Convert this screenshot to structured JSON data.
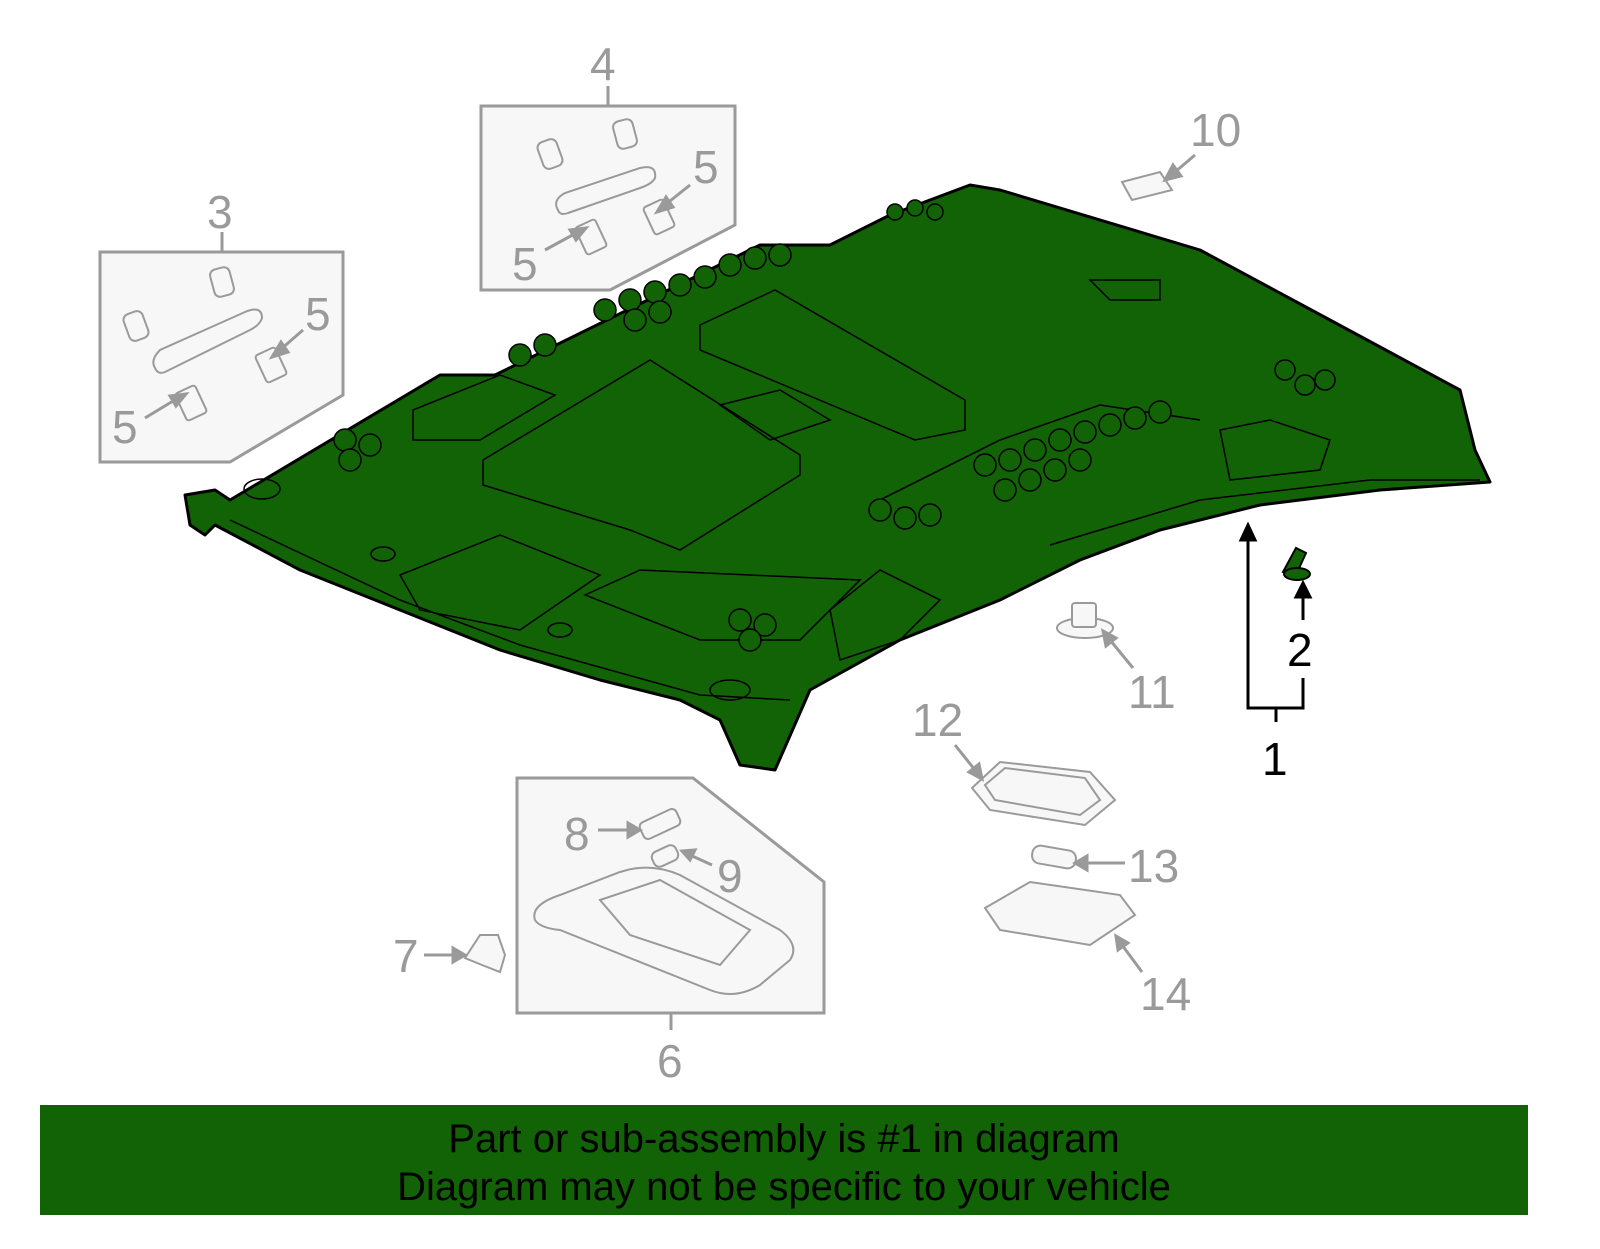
{
  "diagram": {
    "highlight_color": "#126206",
    "callouts": [
      {
        "label": "1",
        "active": true
      },
      {
        "label": "2",
        "active": true
      },
      {
        "label": "3",
        "active": false
      },
      {
        "label": "4",
        "active": false
      },
      {
        "label": "5",
        "active": false
      },
      {
        "label": "6",
        "active": false
      },
      {
        "label": "7",
        "active": false
      },
      {
        "label": "8",
        "active": false
      },
      {
        "label": "9",
        "active": false
      },
      {
        "label": "10",
        "active": false
      },
      {
        "label": "11",
        "active": false
      },
      {
        "label": "12",
        "active": false
      },
      {
        "label": "13",
        "active": false
      },
      {
        "label": "14",
        "active": false
      }
    ]
  },
  "banner": {
    "line1": "Part or sub-assembly is #1 in diagram",
    "line2": "Diagram may not be specific to your vehicle"
  }
}
